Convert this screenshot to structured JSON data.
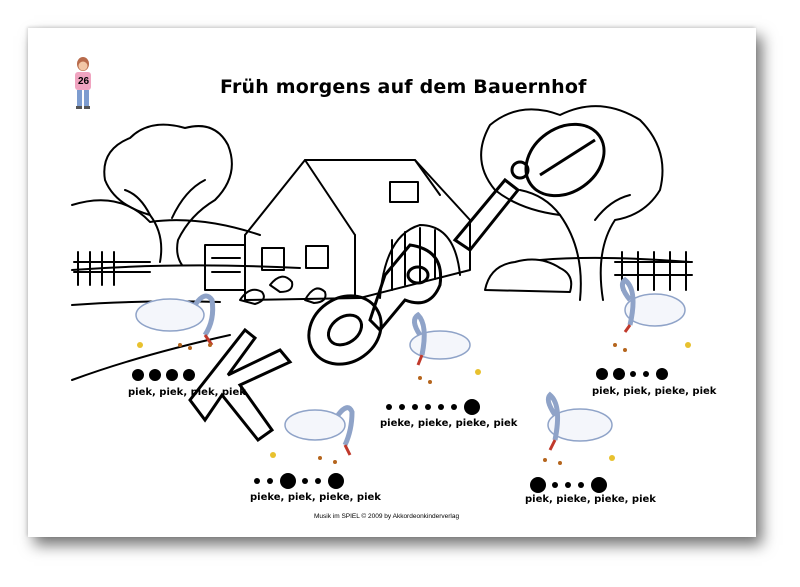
{
  "title": "Früh morgens auf dem Bauernhof",
  "badge_number": "26",
  "watermark_text": "Kopie",
  "rhythms": [
    {
      "id": "r1",
      "text": "piek, piek, piek, piek",
      "pattern": [
        "m",
        "m",
        "m",
        "m"
      ]
    },
    {
      "id": "r2",
      "text": "pieke, pieke, pieke, piek",
      "pattern": [
        "s",
        "s",
        "s",
        "s",
        "s",
        "s",
        "L"
      ]
    },
    {
      "id": "r3",
      "text": "piek, piek, pieke, piek",
      "pattern": [
        "m",
        "m",
        "s",
        "s",
        "m"
      ]
    },
    {
      "id": "r4",
      "text": "pieke, piek, pieke, piek",
      "pattern": [
        "s",
        "s",
        "L",
        "s",
        "s",
        "L"
      ]
    },
    {
      "id": "r5",
      "text": "piek, pieke, pieke, piek",
      "pattern": [
        "L",
        "s",
        "s",
        "s",
        "L"
      ]
    }
  ],
  "copyright": "Musik im SPIEL © 2009 by Akkordeonkinderverlag"
}
